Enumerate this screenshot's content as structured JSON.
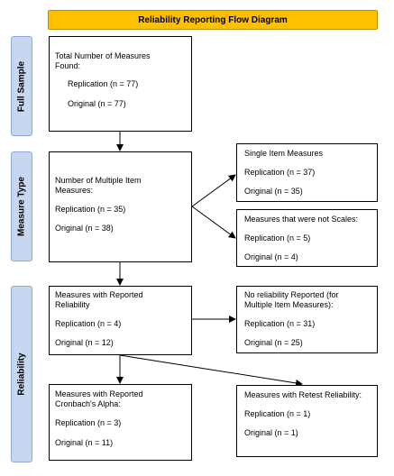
{
  "title": "Reliability Reporting Flow Diagram",
  "sections": {
    "full_sample": "Full Sample",
    "measure_type": "Measure Type",
    "reliability": "Reliability"
  },
  "boxes": {
    "total": {
      "title_line1": "Total Number of Measures",
      "title_line2": "Found:",
      "replication": "Replication (n = 77)",
      "original": "Original (n = 77)"
    },
    "multiple_item": {
      "title_line1": "Number of Multiple Item",
      "title_line2": "Measures:",
      "replication": "Replication (n = 35)",
      "original": "Original (n = 38)"
    },
    "single_item": {
      "title_line1": "Single Item Measures",
      "replication": "Replication (n = 37)",
      "original": "Original (n = 35)"
    },
    "not_scales": {
      "title_line1": "Measures that were not Scales:",
      "replication": "Replication (n = 5)",
      "original": "Original (n = 4)"
    },
    "reported_reliability": {
      "title_line1": "Measures with Reported",
      "title_line2": "Reliability",
      "replication": "Replication (n = 4)",
      "original": "Original (n = 12)"
    },
    "no_reliability": {
      "title_line1": "No reliability Reported (for",
      "title_line2": "Multiple Item Measures):",
      "replication": "Replication (n = 31)",
      "original": "Original (n = 25)"
    },
    "cronbach": {
      "title_line1": "Measures with Reported",
      "title_line2": "Cronbach's Alpha:",
      "replication": "Replication (n = 3)",
      "original": "Original (n = 11)"
    },
    "retest": {
      "title_line1": "Measures with Retest Reliability:",
      "replication": "Replication (n = 1)",
      "original": "Original (n = 1)"
    }
  }
}
